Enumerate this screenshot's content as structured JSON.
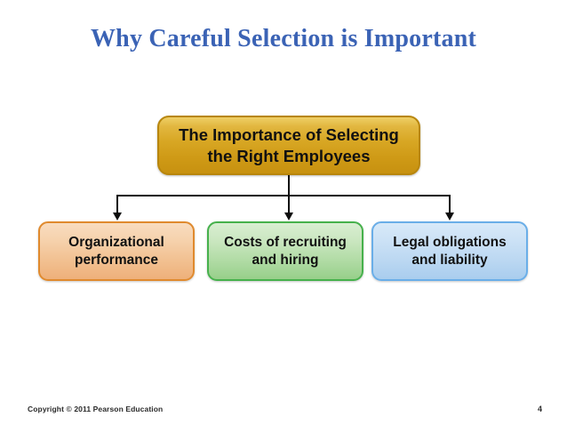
{
  "slide": {
    "title": "Why Careful Selection is Important",
    "title_color": "#3b63b5",
    "background_color": "#ffffff",
    "page_number": "4"
  },
  "diagram": {
    "type": "org-chart",
    "root": {
      "label": "The Importance of Selecting the Right Employees",
      "line1": "The Importance of Selecting",
      "line2": "the Right Employees",
      "fill_color": "#d8a724",
      "border_color": "#b8860d",
      "text_color": "#111111"
    },
    "connector_color": "#0d0d0d",
    "children": [
      {
        "label": "Organizational performance",
        "line1": "Organizational",
        "line2": "performance",
        "fill_color": "#f2c192",
        "border_color": "#e08a2e",
        "text_color": "#111111"
      },
      {
        "label": "Costs of recruiting and hiring",
        "line1": "Costs of recruiting",
        "line2": "and hiring",
        "fill_color": "#b2dca6",
        "border_color": "#46b14c",
        "text_color": "#111111"
      },
      {
        "label": "Legal obligations and liability",
        "line1": "Legal obligations",
        "line2": "and liability",
        "fill_color": "#bcd8f2",
        "border_color": "#6aaee8",
        "text_color": "#111111"
      }
    ]
  },
  "footer": {
    "copyright": "Copyright © 2011 Pearson Education",
    "page_number": "4"
  }
}
